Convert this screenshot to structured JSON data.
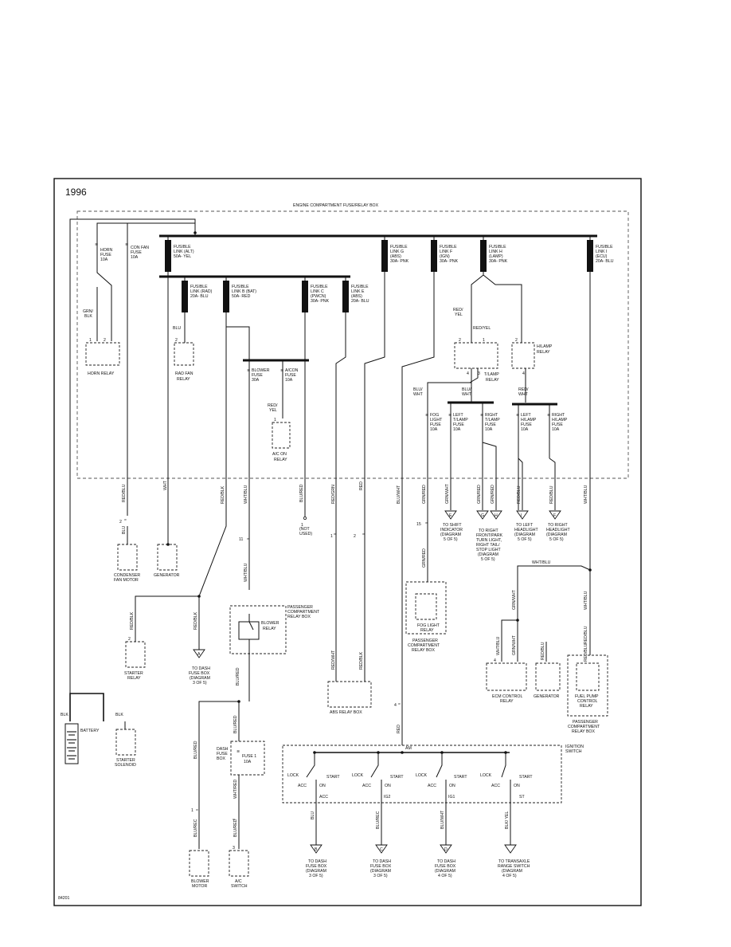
{
  "year": "1996",
  "fig_no": "84201",
  "eng_box": "ENGINE COMPARTMENT FUSE/RELAY BOX",
  "fusible_links": [
    {
      "l1": "FUSIBLE",
      "l2": "LINK (ALT)",
      "l3": "50A- YEL"
    },
    {
      "l1": "FUSIBLE",
      "l2": "LINK G",
      "l3": "(ABS)",
      "l4": "30A- PNK"
    },
    {
      "l1": "FUSIBLE",
      "l2": "LINK F",
      "l3": "(IGN)",
      "l4": "30A- PNK"
    },
    {
      "l1": "FUSIBLE",
      "l2": "LINK H",
      "l3": "(LAMP)",
      "l4": "30A- PNK"
    },
    {
      "l1": "FUSIBLE",
      "l2": "LINK I",
      "l3": "(ECU)",
      "l4": "20A- BLU"
    },
    {
      "l1": "FUSIBLE",
      "l2": "LINK (RAD)",
      "l3": "20A- BLU"
    },
    {
      "l1": "FUSIBLE",
      "l2": "LINK B (BAT)",
      "l3": "50A- RED"
    },
    {
      "l1": "FUSIBLE",
      "l2": "LINK C",
      "l3": "(PWCN)",
      "l4": "30A- PNK"
    },
    {
      "l1": "FUSIBLE",
      "l2": "LINK E",
      "l3": "(ABS)",
      "l4": "20A- BLU"
    }
  ],
  "fuses": {
    "horn": {
      "l1": "HORN",
      "l2": "FUSE",
      "l3": "10A"
    },
    "confan": {
      "l1": "CON FAN",
      "l2": "FUSE",
      "l3": "10A"
    },
    "blower": {
      "l1": "BLOWER",
      "l2": "FUSE",
      "l3": "30A"
    },
    "acon": {
      "l1": "A/CON",
      "l2": "FUSE",
      "l3": "10A"
    },
    "fog": {
      "l1": "FOG",
      "l2": "LIGHT",
      "l3": "FUSE",
      "l4": "10A"
    },
    "left_tl": {
      "l1": "LEFT",
      "l2": "T/LAMP",
      "l3": "FUSE",
      "l4": "10A"
    },
    "right_tl": {
      "l1": "RIGHT",
      "l2": "T/LAMP",
      "l3": "FUSE",
      "l4": "10A"
    },
    "left_hl": {
      "l1": "LEFT",
      "l2": "H/LAMP",
      "l3": "FUSE",
      "l4": "10A"
    },
    "right_hl": {
      "l1": "RIGHT",
      "l2": "H/LAMP",
      "l3": "FUSE",
      "l4": "10A"
    },
    "dash_fuse": {
      "l1": "FUSE 1",
      "l2": "10A"
    }
  },
  "relays": {
    "horn": "HORN RELAY",
    "radfan": {
      "l1": "RAD FAN",
      "l2": "RELAY"
    },
    "acon": {
      "l1": "A/C ON",
      "l2": "RELAY"
    },
    "tlamp": {
      "l1": "T/LAMP",
      "l2": "RELAY"
    },
    "hlamp": {
      "l1": "H/LAMP",
      "l2": "RELAY"
    },
    "blower": {
      "l1": "BLOWER",
      "l2": "RELAY"
    },
    "fog": {
      "l1": "FOG LIGHT",
      "l2": "RELAY"
    },
    "starter": {
      "l1": "STARTER",
      "l2": "RELAY"
    },
    "abs_box": "ABS RELAY BOX",
    "ecm": {
      "l1": "ECM CONTROL",
      "l2": "RELAY"
    },
    "fuelpump": {
      "l1": "FUEL PUMP",
      "l2": "CONTROL",
      "l3": "RELAY"
    }
  },
  "components": {
    "condenser": {
      "l1": "CONDENSER",
      "l2": "FAN MOTOR"
    },
    "generator1": "GENERATOR",
    "generator2": "GENERATOR",
    "battery": "BATTERY",
    "starter_sol": {
      "l1": "STARTER",
      "l2": "SOLENOID"
    },
    "blower_motor": {
      "l1": "BLOWER",
      "l2": "MOTOR"
    },
    "ac_switch": {
      "l1": "A/C",
      "l2": "SWITCH"
    },
    "dash_box": {
      "l1": "DASH",
      "l2": "FUSE",
      "l3": "BOX"
    },
    "pcrb1": {
      "l1": "PASSENGER",
      "l2": "COMPARTMENT",
      "l3": "RELAY BOX"
    },
    "pcrb2": {
      "l1": "PASSENGER",
      "l2": "COMPARTMENT",
      "l3": "RELAY BOX"
    },
    "pcrb3": {
      "l1": "PASSENGER",
      "l2": "COMPARTMENT",
      "l3": "RELAY BOX"
    },
    "ign": {
      "l1": "IGNITION",
      "l2": "SWITCH"
    },
    "not_used": {
      "l1": "(NOT",
      "l2": "USED)"
    }
  },
  "ignition": {
    "am": "AM",
    "lock": "LOCK",
    "acc": "ACC",
    "on": "ON",
    "start": "START",
    "outs": [
      "ACC",
      "IG2",
      "IG1",
      "ST"
    ]
  },
  "wires": {
    "grn_blk": {
      "l1": "GRN/",
      "l2": "BLK"
    },
    "blu": "BLU",
    "red_yel": {
      "l1": "RED/",
      "l2": "YEL"
    },
    "red_yel2": "RED/YEL",
    "red_yel3": {
      "l1": "RED/",
      "l2": "YEL"
    },
    "blu_wht": {
      "l1": "BLU/",
      "l2": "WHT"
    },
    "blu_wht2": {
      "l1": "BLU/",
      "l2": "WHT"
    },
    "red_wht": {
      "l1": "RED/",
      "l2": "WHT"
    },
    "red_blu": "RED/BLU",
    "wht": "WHT",
    "red_blk": "RED/BLK",
    "wht_blu": "WHT/BLU",
    "blu_red": "BLU/RED",
    "red_grn": "RED/GRN",
    "red": "RED",
    "blu_wht_v": "BLU/WHT",
    "grn_red": "GRN/RED",
    "grn_wht": "GRN/WHT",
    "grn_red2": "GRN/RED",
    "grn_red3": "GRN/RED",
    "red_blu2": "RED/BLU",
    "red_blu3": "RED/BLU",
    "wht_blu2": "WHT/BLU",
    "blu_small": "BLU",
    "red_blu4": "RED/BLU",
    "red_blk2": "RED/BLK",
    "red_blk3": "RED/BLK",
    "wht_blu3": "WHT/BLU",
    "blu_red2": "BLU/RED",
    "blu_red3": "BLU/RED",
    "red_wht2": "RED/WHT",
    "red_blk4": "RED/BLK",
    "red2": "RED",
    "blk": "BLK",
    "blk2": "BLK",
    "blu_red4": "BLU/RED",
    "blu_red5": "BLU/RED",
    "wht_red": "WHT/RED",
    "blu_rec": "BLU/REC",
    "blu_red6": "BLU/RED",
    "grn_wht2": "GRN/WHT",
    "wht_blu4": "WHT/BLU",
    "grn_wht3": "GRN/WHT",
    "wht_blu5": "WHT/BLU",
    "red_blu5": "RED/BLU",
    "red_blu6": "RED/BLU",
    "wht_blu6": "WHT/BLU",
    "blu_b": "BLU",
    "blu_rec2": "BLU/REC",
    "blu_wht3": "BLU/WHT",
    "blk_yel": "BLK/ YEL"
  },
  "targets": {
    "shift": {
      "l1": "TO SHIFT",
      "l2": "INDICATOR",
      "l3": "(DIAGRAM",
      "l4": "5 OF 5)"
    },
    "right_front": {
      "l1": "TO RIGHT",
      "l2": "FRONT/PARK",
      "l3": "TURN LIGHT,",
      "l4": "RIGHT TAIL/",
      "l5": "STOP LIGHT",
      "l6": "(DIAGRAM",
      "l7": "5 OF 5)"
    },
    "left_head": {
      "l1": "TO LEFT",
      "l2": "HEADLIGHT",
      "l3": "(DIAGRAM",
      "l4": "5 OF 5)"
    },
    "right_head": {
      "l1": "TO RIGHT",
      "l2": "HEADLIGHT",
      "l3": "(DIAGRAM",
      "l4": "5 OF 5)"
    },
    "dash1": {
      "l1": "TO DASH",
      "l2": "FUSE BOX",
      "l3": "(DIAGRAM",
      "l4": "3 OF 5)"
    },
    "dash2": {
      "l1": "TO DASH",
      "l2": "FUSE BOX",
      "l3": "(DIAGRAM",
      "l4": "3 OF 5)"
    },
    "dash3": {
      "l1": "TO DASH",
      "l2": "FUSE BOX",
      "l3": "(DIAGRAM",
      "l4": "3 OF 5)"
    },
    "dash4": {
      "l1": "TO DASH",
      "l2": "FUSE BOX",
      "l3": "(DIAGRAM",
      "l4": "4 OF 5)"
    },
    "transaxle": {
      "l1": "TO TRANSAXLE",
      "l2": "RANGE SWITCH",
      "l3": "(DIAGRAM",
      "l4": "4 OF 5)"
    }
  },
  "pins": {
    "p1": "1",
    "p2": "2",
    "p2b": "2",
    "p2c": "2",
    "p1b": "1",
    "p2d": "2",
    "p3": "3",
    "p4": "4",
    "p15": "15",
    "p11": "11",
    "p1c": "1",
    "p2e": "2",
    "p4b": "4",
    "p2f": "2",
    "p4c": "4",
    "p1d": "1",
    "p1e": "1",
    "p1f": "1",
    "p3b": "3",
    "p4d": "4",
    "pA": "A",
    "pB": "B",
    "pC": "C",
    "pD": "D",
    "pE": "E",
    "pF": "F",
    "pG": "G",
    "pH": "H",
    "pI": "I"
  }
}
